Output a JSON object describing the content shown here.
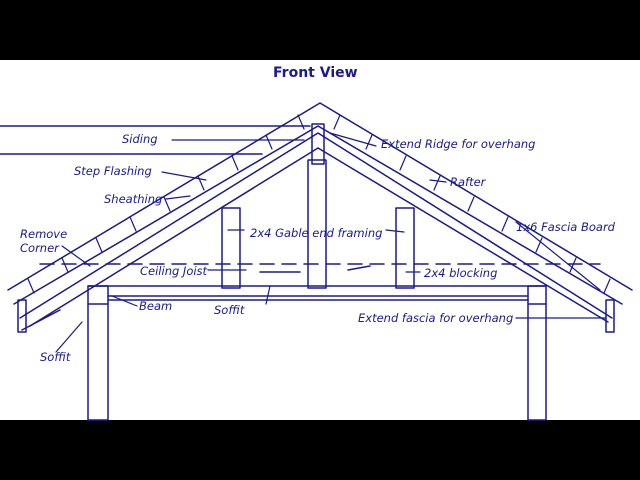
{
  "title": "Front View",
  "colors": {
    "background": "#ffffff",
    "ink": "#1a1a8c",
    "letterbox": "#000000"
  },
  "labels": {
    "siding": "Siding",
    "step_flashing": "Step Flashing",
    "sheathing": "Sheathing",
    "remove_corner_1": "Remove",
    "remove_corner_2": "Corner",
    "soffit_left": "Soffit",
    "ceiling_joist": "Ceiling Joist",
    "beam": "Beam",
    "soffit_center": "Soffit",
    "gable_framing": "2x4 Gable end framing",
    "blocking": "2x4 blocking",
    "extend_fascia": "Extend fascia for overhang",
    "extend_ridge": "Extend Ridge for overhang",
    "rafter": "Rafter",
    "fascia_board": "1x6 Fascia Board"
  }
}
